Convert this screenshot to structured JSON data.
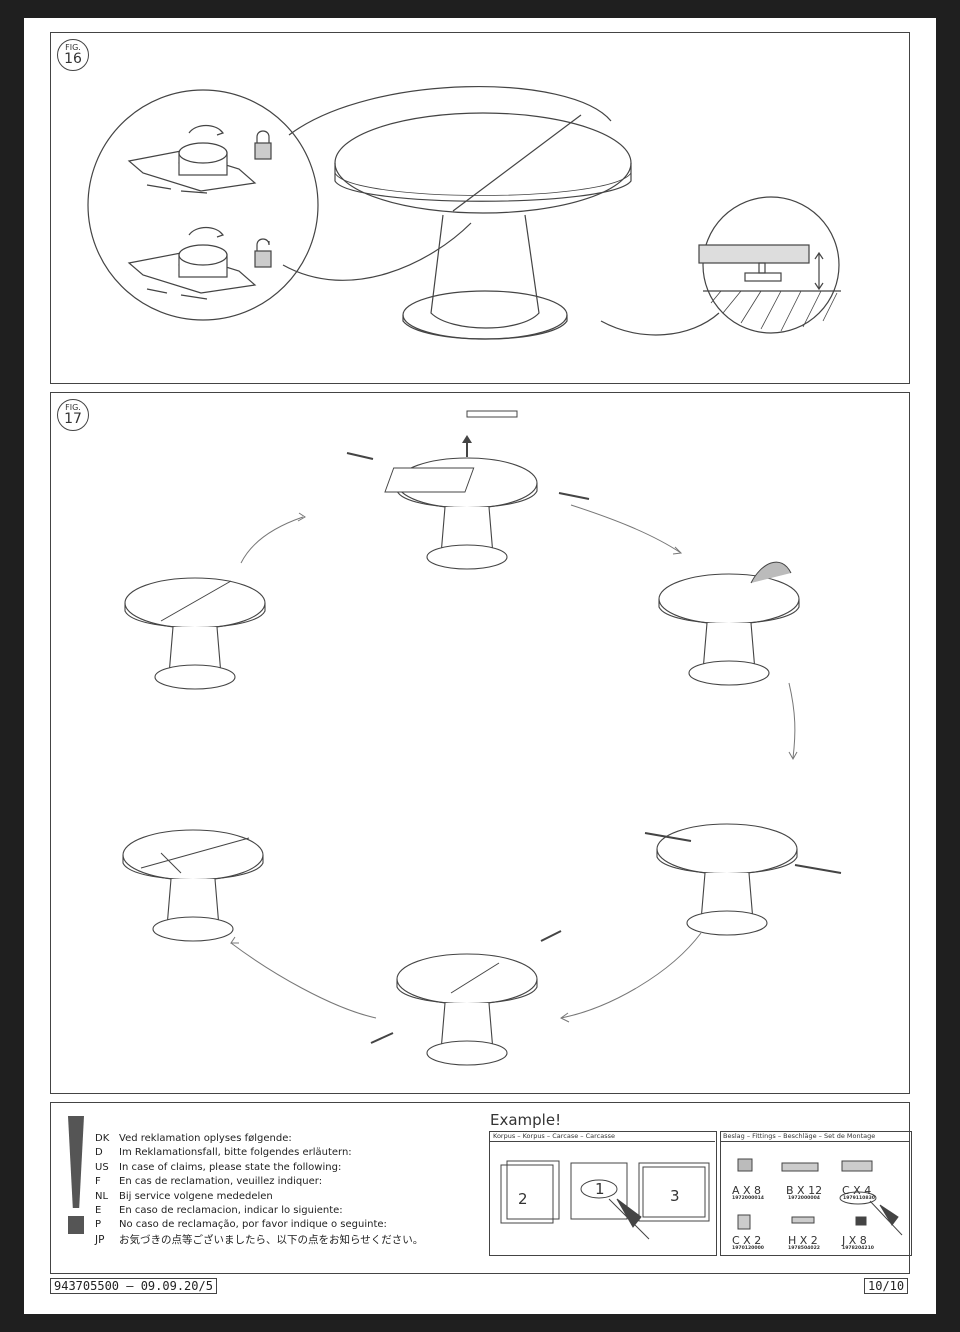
{
  "figures": [
    {
      "label": "FIG.",
      "number": "16"
    },
    {
      "label": "FIG.",
      "number": "17"
    }
  ],
  "claims": {
    "lines": [
      {
        "code": "DK",
        "text": "Ved reklamation oplyses følgende:"
      },
      {
        "code": "D",
        "text": "Im Reklamationsfall, bitte folgendes erläutern:"
      },
      {
        "code": "US",
        "text": "In case of claims, please state the following:"
      },
      {
        "code": "F",
        "text": "En cas de reclamation, veuillez indiquer:"
      },
      {
        "code": "NL",
        "text": "Bij service volgene mededelen"
      },
      {
        "code": "E",
        "text": "En caso de reclamacion, indicar lo siguiente:"
      },
      {
        "code": "P",
        "text": "No caso de reclamação, por favor indique o seguinte:"
      },
      {
        "code": "JP",
        "text": "お気づきの点等ございましたら、以下の点をお知らせください。"
      }
    ]
  },
  "example": {
    "title": "Example!",
    "carcase_header": "Korpus  –  Korpus  –  Carcase  –  Carcasse",
    "carcase_parts": [
      "2",
      "1",
      "3"
    ],
    "fittings_header": "Beslag – Fittings – Beschläge – Set de Montage",
    "fittings": [
      {
        "label": "A X 8",
        "code": "1972000014"
      },
      {
        "label": "B X 12",
        "code": "1972000004"
      },
      {
        "label": "C X 4",
        "code": "1979110830"
      },
      {
        "label": "C X 2",
        "code": "1970120000"
      },
      {
        "label": "H X 2",
        "code": "1978504022"
      },
      {
        "label": "J X 8",
        "code": "1978204210"
      }
    ]
  },
  "footer": {
    "doc_number": "943705500  –  09.09.20/5",
    "page": "10/10"
  }
}
